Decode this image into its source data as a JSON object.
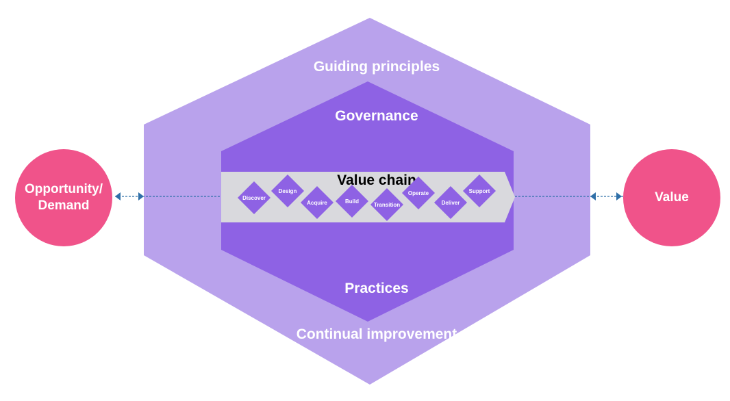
{
  "colors": {
    "outer_hexagon": "#b9a2ec",
    "inner_hexagon": "#8e62e4",
    "chain_band": "#d9d9dd",
    "steps": "#8e62e4",
    "circles": "#f0538a",
    "connectors": "#2f6fa8"
  },
  "left_circle": {
    "label": "Opportunity/ Demand"
  },
  "right_circle": {
    "label": "Value"
  },
  "outer_hexagon": {
    "top_label": "Guiding principles",
    "bottom_label": "Continual improvement"
  },
  "inner_hexagon": {
    "top_label": "Governance",
    "bottom_label": "Practices"
  },
  "value_chain": {
    "title": "Value chain",
    "steps": [
      "Discover",
      "Design",
      "Acquire",
      "Build",
      "Transition",
      "Operate",
      "Deliver",
      "Support"
    ]
  }
}
